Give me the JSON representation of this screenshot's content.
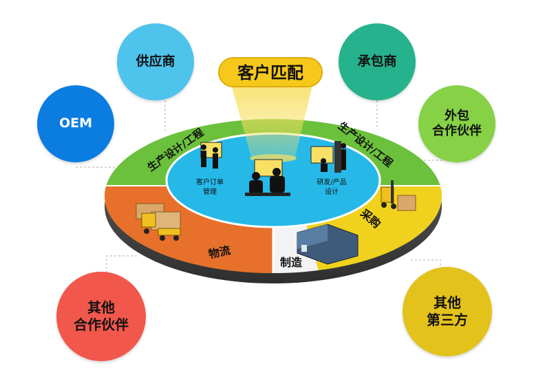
{
  "title": "客户匹配",
  "bubbles": {
    "oem": {
      "label": "OEM",
      "color": "#0c7de0"
    },
    "supplier": {
      "label": "供应商",
      "color": "#4ec3ec"
    },
    "subcontractor": {
      "label": "承包商",
      "color": "#26b28c"
    },
    "outsourcing_partner": {
      "line1": "外包",
      "line2": "合作伙伴",
      "color": "#86d146"
    },
    "other_partner": {
      "line1": "其他",
      "line2": "合作伙伴",
      "color": "#f2574b"
    },
    "other_third_party": {
      "line1": "其他",
      "line2": "第三方",
      "color": "#e4c21c"
    }
  },
  "ring": {
    "production_left": "生产设计/工程",
    "production_right": "生产设计/工程",
    "logistics": "物流",
    "manufacturing": "制造",
    "procurement": "采购"
  },
  "center": {
    "order_line1": "客户订单",
    "order_line2": "管理",
    "rnd_line1": "研发/产品",
    "rnd_line2": "设计"
  },
  "colors": {
    "green_ring": "#6cc13c",
    "inner_blue": "#26b9e8",
    "logistics_orange": "#e7702a",
    "procurement_yellow": "#f0d21e",
    "spotlight": "#f7e064"
  }
}
